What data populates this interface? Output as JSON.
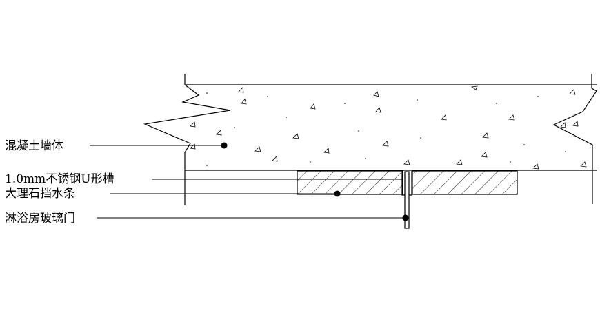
{
  "labels": {
    "concrete_wall": "混凝土墙体",
    "u_channel": "1.0mm不锈钢U形槽",
    "marble_strip": "大理石挡水条",
    "glass_door": "淋浴房玻璃门"
  },
  "colors": {
    "line": "#000000",
    "background": "#ffffff"
  }
}
